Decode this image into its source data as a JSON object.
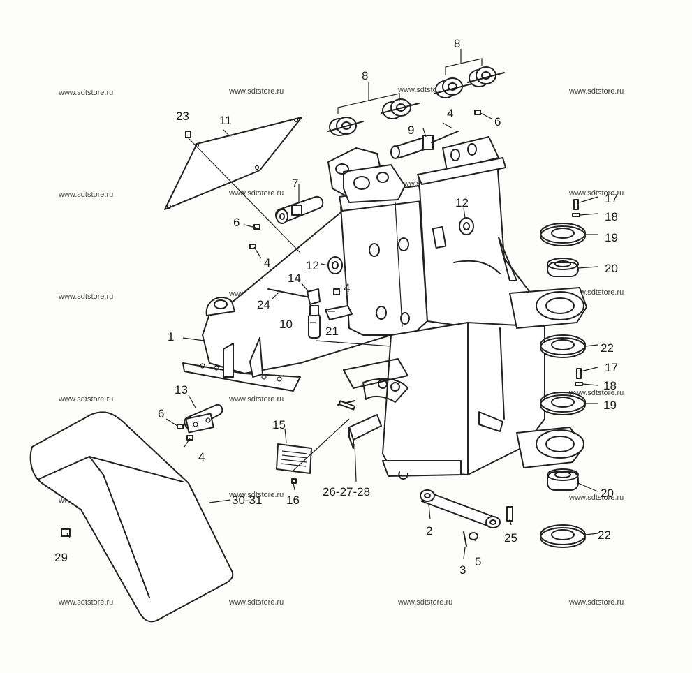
{
  "watermark": "www.sdtstore.ru",
  "labels": [
    {
      "id": "p1",
      "text": "1"
    },
    {
      "id": "p2",
      "text": "2"
    },
    {
      "id": "p3",
      "text": "3"
    },
    {
      "id": "p4a",
      "text": "4"
    },
    {
      "id": "p4b",
      "text": "4"
    },
    {
      "id": "p4c",
      "text": "4"
    },
    {
      "id": "p4d",
      "text": "4"
    },
    {
      "id": "p5",
      "text": "5"
    },
    {
      "id": "p6a",
      "text": "6"
    },
    {
      "id": "p6b",
      "text": "6"
    },
    {
      "id": "p6c",
      "text": "6"
    },
    {
      "id": "p7",
      "text": "7"
    },
    {
      "id": "p8a",
      "text": "8"
    },
    {
      "id": "p8b",
      "text": "8"
    },
    {
      "id": "p9",
      "text": "9"
    },
    {
      "id": "p10",
      "text": "10"
    },
    {
      "id": "p11",
      "text": "11"
    },
    {
      "id": "p12a",
      "text": "12"
    },
    {
      "id": "p12b",
      "text": "12"
    },
    {
      "id": "p13",
      "text": "13"
    },
    {
      "id": "p14",
      "text": "14"
    },
    {
      "id": "p15",
      "text": "15"
    },
    {
      "id": "p16",
      "text": "16"
    },
    {
      "id": "p17a",
      "text": "17"
    },
    {
      "id": "p17b",
      "text": "17"
    },
    {
      "id": "p18a",
      "text": "18"
    },
    {
      "id": "p18b",
      "text": "18"
    },
    {
      "id": "p19a",
      "text": "19"
    },
    {
      "id": "p19b",
      "text": "19"
    },
    {
      "id": "p20a",
      "text": "20"
    },
    {
      "id": "p20b",
      "text": "20"
    },
    {
      "id": "p21",
      "text": "21"
    },
    {
      "id": "p22a",
      "text": "22"
    },
    {
      "id": "p22b",
      "text": "22"
    },
    {
      "id": "p23",
      "text": "23"
    },
    {
      "id": "p24",
      "text": "24"
    },
    {
      "id": "p25",
      "text": "25"
    },
    {
      "id": "p26",
      "text": "26-27-28"
    },
    {
      "id": "p29",
      "text": "29"
    },
    {
      "id": "p30",
      "text": "30-31"
    }
  ]
}
